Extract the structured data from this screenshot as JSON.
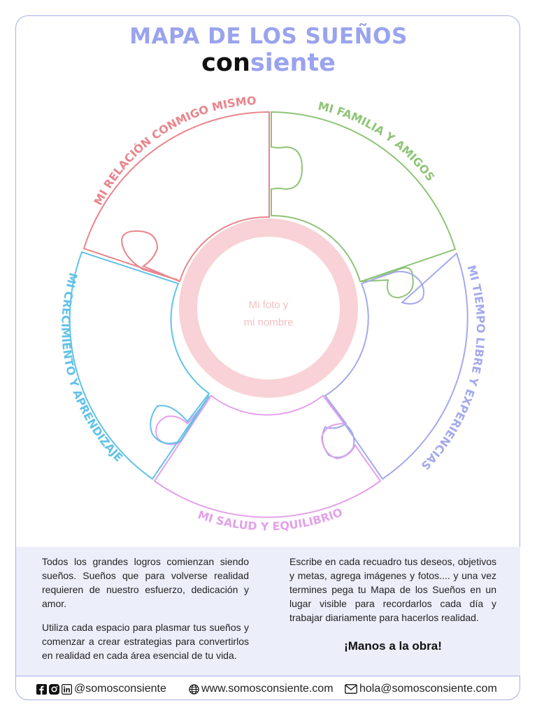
{
  "header": {
    "title": "MAPA DE LOS SUEÑOS",
    "brand_part1": "con",
    "brand_part2": "siente"
  },
  "map": {
    "center_label_line1": "Mi foto y",
    "center_label_line2": "mi nombre",
    "areas": [
      {
        "label": "MI RELACIÓN CONMIGO MISMO",
        "color": "#e9858c"
      },
      {
        "label": "MI FAMILIA Y AMIGOS",
        "color": "#8fc477"
      },
      {
        "label": "MI TIEMPO LIBRE Y EXPERIENCIAS",
        "color": "#a4a9ec"
      },
      {
        "label": "MI SALUD Y EQUILIBRIO",
        "color": "#e3a1ea"
      },
      {
        "label": "MI CRECIMIENTO Y APRENDIZAJE",
        "color": "#62c2e8"
      }
    ]
  },
  "info": {
    "left_p1": "Todos los grandes logros comienzan siendo sueños. Sueños que para volverse realidad requieren de nuestro esfuerzo, dedicación y amor.",
    "left_p2": "Utiliza cada espacio para plasmar tus sueños y comenzar a crear estrategias para convertirlos en realidad en cada área esencial de tu vida.",
    "right_p1": "Escribe en cada recuadro tus deseos, objetivos y metas, agrega imágenes y fotos.... y una vez termines pega tu Mapa de los Sueños en un lugar visible para recordarlos cada día y trabajar diariamente para hacerlos realidad.",
    "cta": "¡Manos a la obra!"
  },
  "footer": {
    "social_handle": "@somosconsiente",
    "website": "www.somosconsiente.com",
    "email": "hola@somosconsiente.com"
  },
  "colors": {
    "title": "#9aa3ee",
    "frame": "#a8b0e8",
    "center_ring": "#f8d2d6",
    "panel_bg": "#eceefa"
  }
}
